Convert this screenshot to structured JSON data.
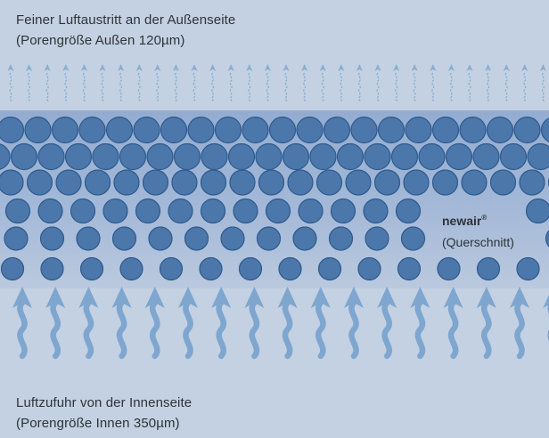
{
  "top_caption": {
    "line1": "Feiner Luftaustritt an der Außenseite",
    "line2": "(Porengröße Außen 120µm)"
  },
  "product": {
    "name": "newair",
    "mark": "®",
    "note": "(Querschnitt)"
  },
  "bottom_caption": {
    "line1": "Luftzufuhr von der Innenseite",
    "line2": "(Porengröße Innen 350µm)"
  },
  "colors": {
    "background": "#c3d1e2",
    "band": "#9bb3d3",
    "bead_fill": "#4b77ab",
    "bead_stroke": "#2f5a8e",
    "arrow": "#7ea6cf",
    "fine_arrow": "#8aaed3",
    "text": "#2e3338"
  },
  "icons": {
    "fine_outflow": "wavy-up-arrow-small",
    "inflow": "wavy-up-arrow-large"
  }
}
